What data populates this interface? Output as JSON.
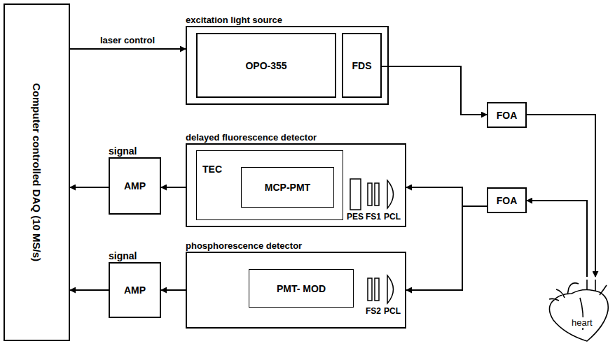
{
  "diagram": {
    "nodes": [
      {
        "text": [
          "Computer controlled DAQ (10 MS/s)"
        ]
      },
      {
        "text": [
          "excitation light source"
        ]
      },
      {
        "text": [
          "OPO-355"
        ],
        "in": 1
      },
      {
        "text": [
          "FDS"
        ],
        "in": 1
      },
      {
        "text": [
          "FOA"
        ]
      },
      {
        "text": [
          "signal",
          "AMP"
        ]
      },
      {
        "text": [
          "delayed fluorescence detector"
        ]
      },
      {
        "text": [
          "TEC"
        ],
        "in": 6
      },
      {
        "text": [
          "MCP-PMT"
        ],
        "in": 7
      },
      {
        "text": [
          "FOA"
        ]
      },
      {
        "text": [
          "signal",
          "AMP"
        ]
      },
      {
        "text": [
          "phosphorescence detector"
        ]
      },
      {
        "text": [
          "PMT- MOD"
        ],
        "in": 11
      },
      {
        "text": [
          "heart"
        ]
      }
    ],
    "edges": [
      {
        "from": 0,
        "to": 1,
        "label": "laser control",
        "arrow": "to"
      },
      {
        "from": 3,
        "to": 4,
        "arrow": "to"
      },
      {
        "from": 4,
        "to": 13,
        "arrow": "to"
      },
      {
        "from": 13,
        "to": 9,
        "arrow": "to"
      },
      {
        "from": 9,
        "to": 6,
        "arrow": "to"
      },
      {
        "from": 9,
        "to": 11,
        "arrow": "to"
      },
      {
        "from": 6,
        "to": 5,
        "arrow": "to"
      },
      {
        "from": 5,
        "to": 0,
        "arrow": "to"
      },
      {
        "from": 11,
        "to": 10,
        "arrow": "to"
      },
      {
        "from": 10,
        "to": 0,
        "arrow": "to"
      }
    ],
    "labels": [
      "PES",
      "FS1",
      "PCL",
      "FS2",
      "PCL"
    ]
  }
}
